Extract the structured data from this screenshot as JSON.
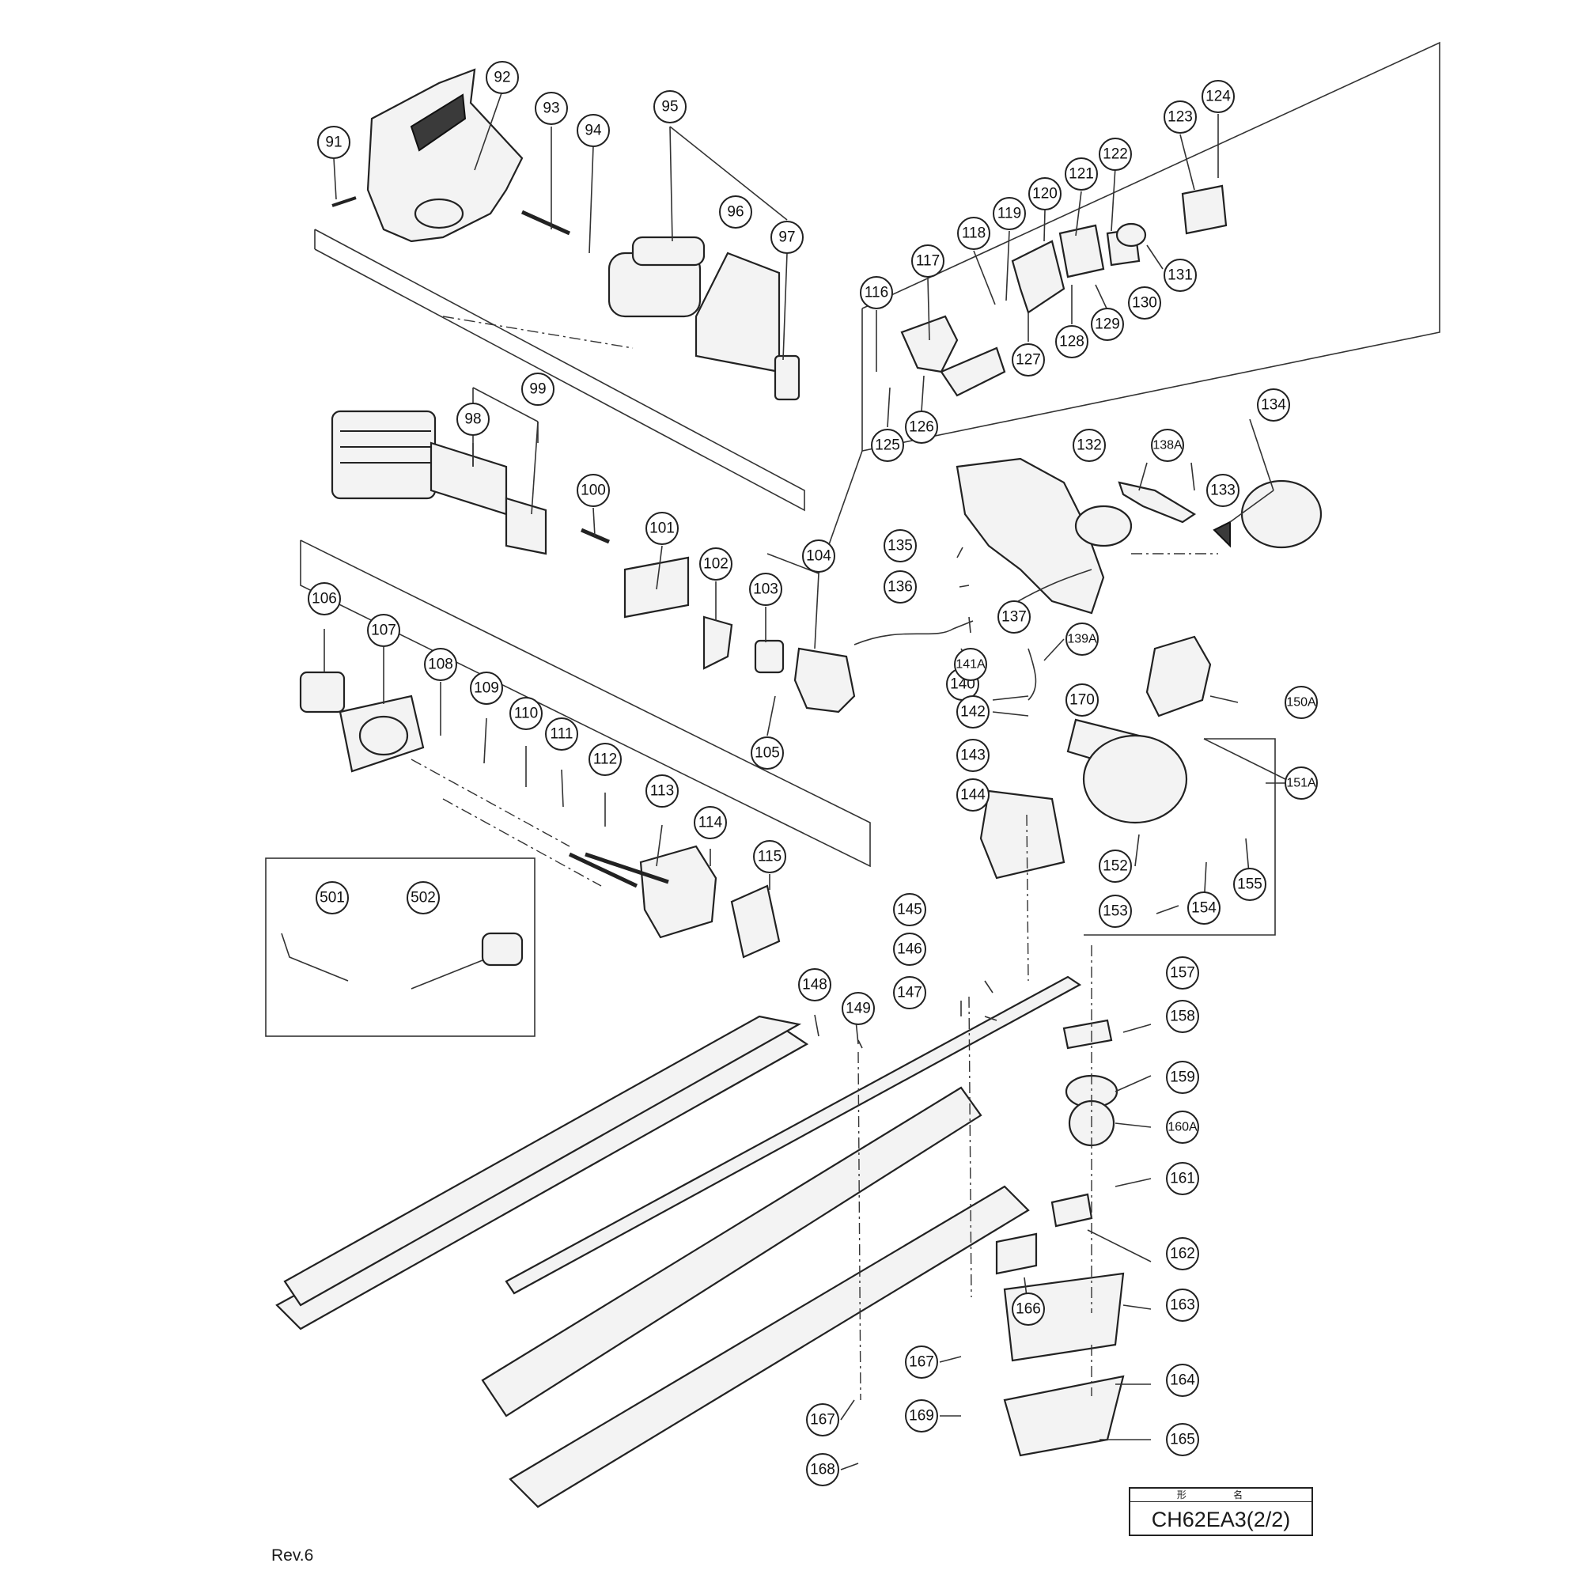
{
  "drawing": {
    "revision": "Rev.6",
    "model_label": "形 名",
    "model_name": "CH62EA3(2/2)"
  },
  "callouts": [
    "91",
    "92",
    "93",
    "94",
    "95",
    "96",
    "97",
    "98",
    "99",
    "100",
    "101",
    "102",
    "103",
    "104",
    "105",
    "106",
    "107",
    "108",
    "109",
    "110",
    "111",
    "112",
    "113",
    "114",
    "115",
    "116",
    "117",
    "118",
    "119",
    "120",
    "121",
    "122",
    "123",
    "124",
    "125",
    "126",
    "127",
    "128",
    "129",
    "130",
    "131",
    "132",
    "133",
    "134",
    "135",
    "136",
    "137",
    "138A",
    "139A",
    "140",
    "141A",
    "142",
    "143",
    "144",
    "145",
    "146",
    "147",
    "148",
    "149",
    "150A",
    "151A",
    "152",
    "153",
    "154",
    "155",
    "157",
    "158",
    "159",
    "160A",
    "161",
    "162",
    "163",
    "164",
    "165",
    "166",
    "167",
    "167",
    "168",
    "169",
    "170",
    "501",
    "502"
  ]
}
